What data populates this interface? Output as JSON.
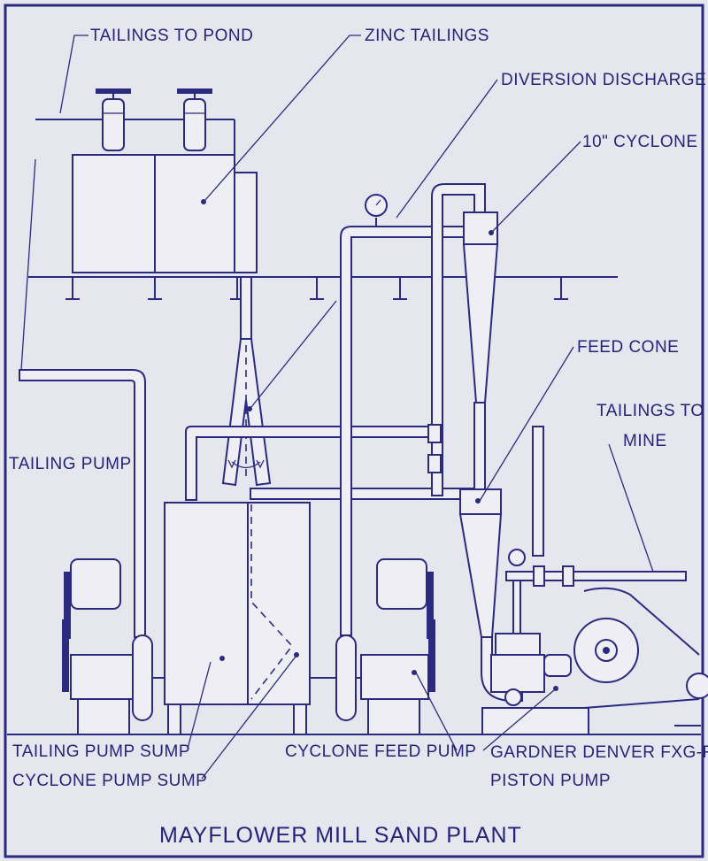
{
  "labels": {
    "tailings_to_pond": "TAILINGS TO POND",
    "zinc_tailings": "ZINC TAILINGS",
    "diversion_discharge": "DIVERSION DISCHARGE",
    "cyclone_10in": "10\" CYCLONE",
    "feed_cone": "FEED CONE",
    "tailings_to_mine_1": "TAILINGS TO",
    "tailings_to_mine_2": "MINE",
    "tailing_pump": "TAILING PUMP",
    "tailing_pump_sump": "TAILING PUMP SUMP",
    "cyclone_pump_sump": "CYCLONE PUMP SUMP",
    "cyclone_feed_pump": "CYCLONE FEED PUMP",
    "gardner_denver_1": "GARDNER DENVER FXG-FG",
    "gardner_denver_2": "PISTON PUMP"
  },
  "title": "MAYFLOWER MILL SAND PLANT",
  "colors": {
    "ink": "#2a2b80",
    "paper": "#e6e6ee"
  }
}
